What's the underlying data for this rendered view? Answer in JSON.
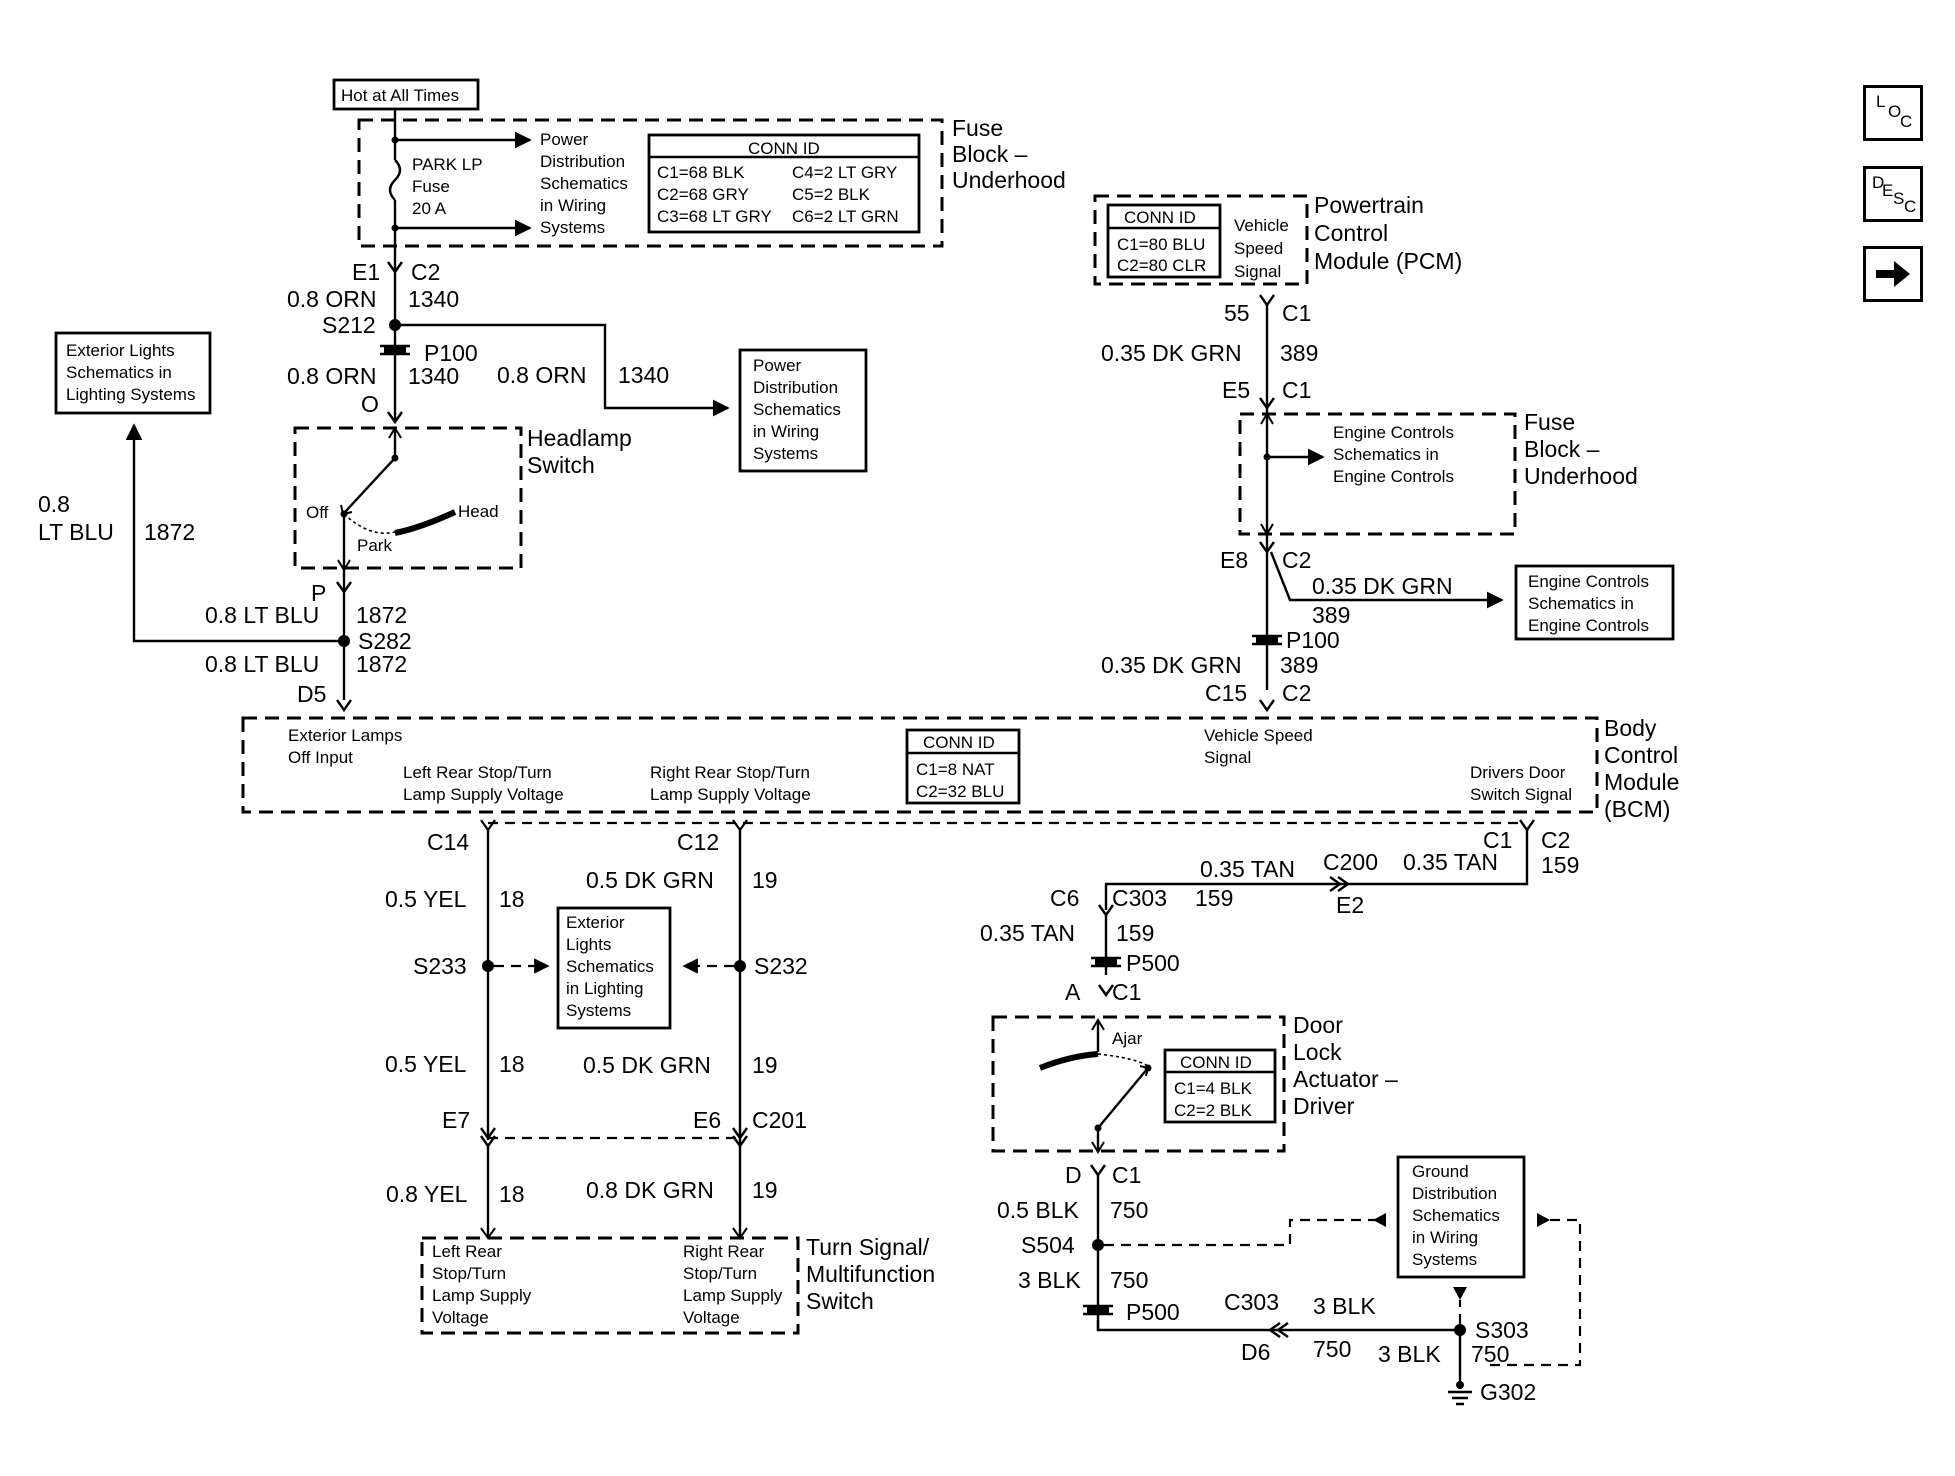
{
  "nav": {
    "loc": [
      "L",
      "O",
      "C"
    ],
    "desc": [
      "D",
      "E",
      "S",
      "C"
    ]
  },
  "labels": {
    "hot": "Hot at All Times",
    "fuse_block_1": "Fuse",
    "fuse_block_2": "Block –",
    "fuse_block_3": "Underhood",
    "park_fuse": [
      "PARK LP",
      "Fuse",
      "20 A"
    ],
    "pwr_dist_top": [
      "Power",
      "Distribution",
      "Schematics",
      "in Wiring",
      "Systems"
    ],
    "pwr_dist_box": [
      "Power",
      "Distribution",
      "Schematics",
      "in Wiring",
      "Systems"
    ],
    "ext_lights_top": [
      "Exterior Lights",
      "Schematics in",
      "Lighting Systems"
    ],
    "ext_lights_mid": [
      "Exterior",
      "Lights",
      "Schematics",
      "in Lighting",
      "Systems"
    ],
    "headlamp_1": "Headlamp",
    "headlamp_2": "Switch",
    "sw_off": "Off",
    "sw_head": "Head",
    "sw_park": "Park",
    "pcm": [
      "Powertrain",
      "Control",
      "Module (PCM)"
    ],
    "vss": [
      "Vehicle",
      "Speed",
      "Signal"
    ],
    "fuse2": [
      "Fuse",
      "Block –",
      "Underhood"
    ],
    "eng_ctrl_inner": [
      "Engine Controls",
      "Schematics in",
      "Engine Controls"
    ],
    "eng_ctrl_box": [
      "Engine Controls",
      "Schematics in",
      "Engine Controls"
    ],
    "bcm": [
      "Body",
      "Control",
      "Module",
      "(BCM)"
    ],
    "bcm_inputs": {
      "ext_off": [
        "Exterior Lamps",
        "Off Input"
      ],
      "lr": [
        "Left Rear Stop/Turn",
        "Lamp Supply Voltage"
      ],
      "rr": [
        "Right Rear Stop/Turn",
        "Lamp Supply Voltage"
      ],
      "vss": [
        "Vehicle Speed",
        "Signal"
      ],
      "door": [
        "Drivers Door",
        "Switch Signal"
      ]
    },
    "turn_sig": [
      "Turn Signal/",
      "Multifunction",
      "Switch"
    ],
    "ts_left": [
      "Left Rear",
      "Stop/Turn",
      "Lamp Supply",
      "Voltage"
    ],
    "ts_right": [
      "Right Rear",
      "Stop/Turn",
      "Lamp Supply",
      "Voltage"
    ],
    "door_lock": [
      "Door",
      "Lock",
      "Actuator –",
      "Driver"
    ],
    "ajar": "Ajar",
    "ground_dist": [
      "Ground",
      "Distribution",
      "Schematics",
      "in Wiring",
      "Systems"
    ]
  },
  "conn": {
    "fuse": {
      "title": "CONN ID",
      "rows": [
        [
          "C1=68 BLK",
          "C4=2 LT GRY"
        ],
        [
          "C2=68 GRY",
          "C5=2 BLK"
        ],
        [
          "C3=68 LT GRY",
          "C6=2 LT GRN"
        ]
      ]
    },
    "pcm": {
      "title": "CONN ID",
      "rows": [
        "C1=80 BLU",
        "C2=80 CLR"
      ]
    },
    "bcm": {
      "title": "CONN ID",
      "rows": [
        "C1=8 NAT",
        "C2=32 BLU"
      ]
    },
    "door": {
      "title": "CONN ID",
      "rows": [
        "C1=4 BLK",
        "C2=2 BLK"
      ]
    }
  },
  "wires": {
    "E1": "E1",
    "C2": "C2",
    "orn08": "0.8 ORN",
    "n1340": "1340",
    "S212": "S212",
    "P100": "P100",
    "O": "O",
    "ltblu08": "0.8",
    "ltblu": "LT BLU",
    "n1872": "1872",
    "P": "P",
    "ltblu_full": "0.8 LT BLU",
    "S282": "S282",
    "D5": "D5",
    "n55": "55",
    "C1": "C1",
    "dkgrn035": "0.35 DK GRN",
    "n389": "389",
    "E5": "E5",
    "E8": "E8",
    "C15": "C15",
    "C14": "C14",
    "C12": "C12",
    "yel05": "0.5 YEL",
    "n18": "18",
    "dkgrn05": "0.5 DK GRN",
    "n19": "19",
    "S233": "S233",
    "S232": "S232",
    "E7": "E7",
    "E6": "E6",
    "C201": "C201",
    "yel08": "0.8 YEL",
    "dkgrn08": "0.8 DK GRN",
    "tan035": "0.35 TAN",
    "C200": "C200",
    "n159": "159",
    "C6": "C6",
    "C303": "C303",
    "E2": "E2",
    "P500": "P500",
    "A": "A",
    "D": "D",
    "blk05": "0.5 BLK",
    "n750": "750",
    "S504": "S504",
    "blk3": "3 BLK",
    "D6": "D6",
    "S303": "S303",
    "G302": "G302"
  }
}
